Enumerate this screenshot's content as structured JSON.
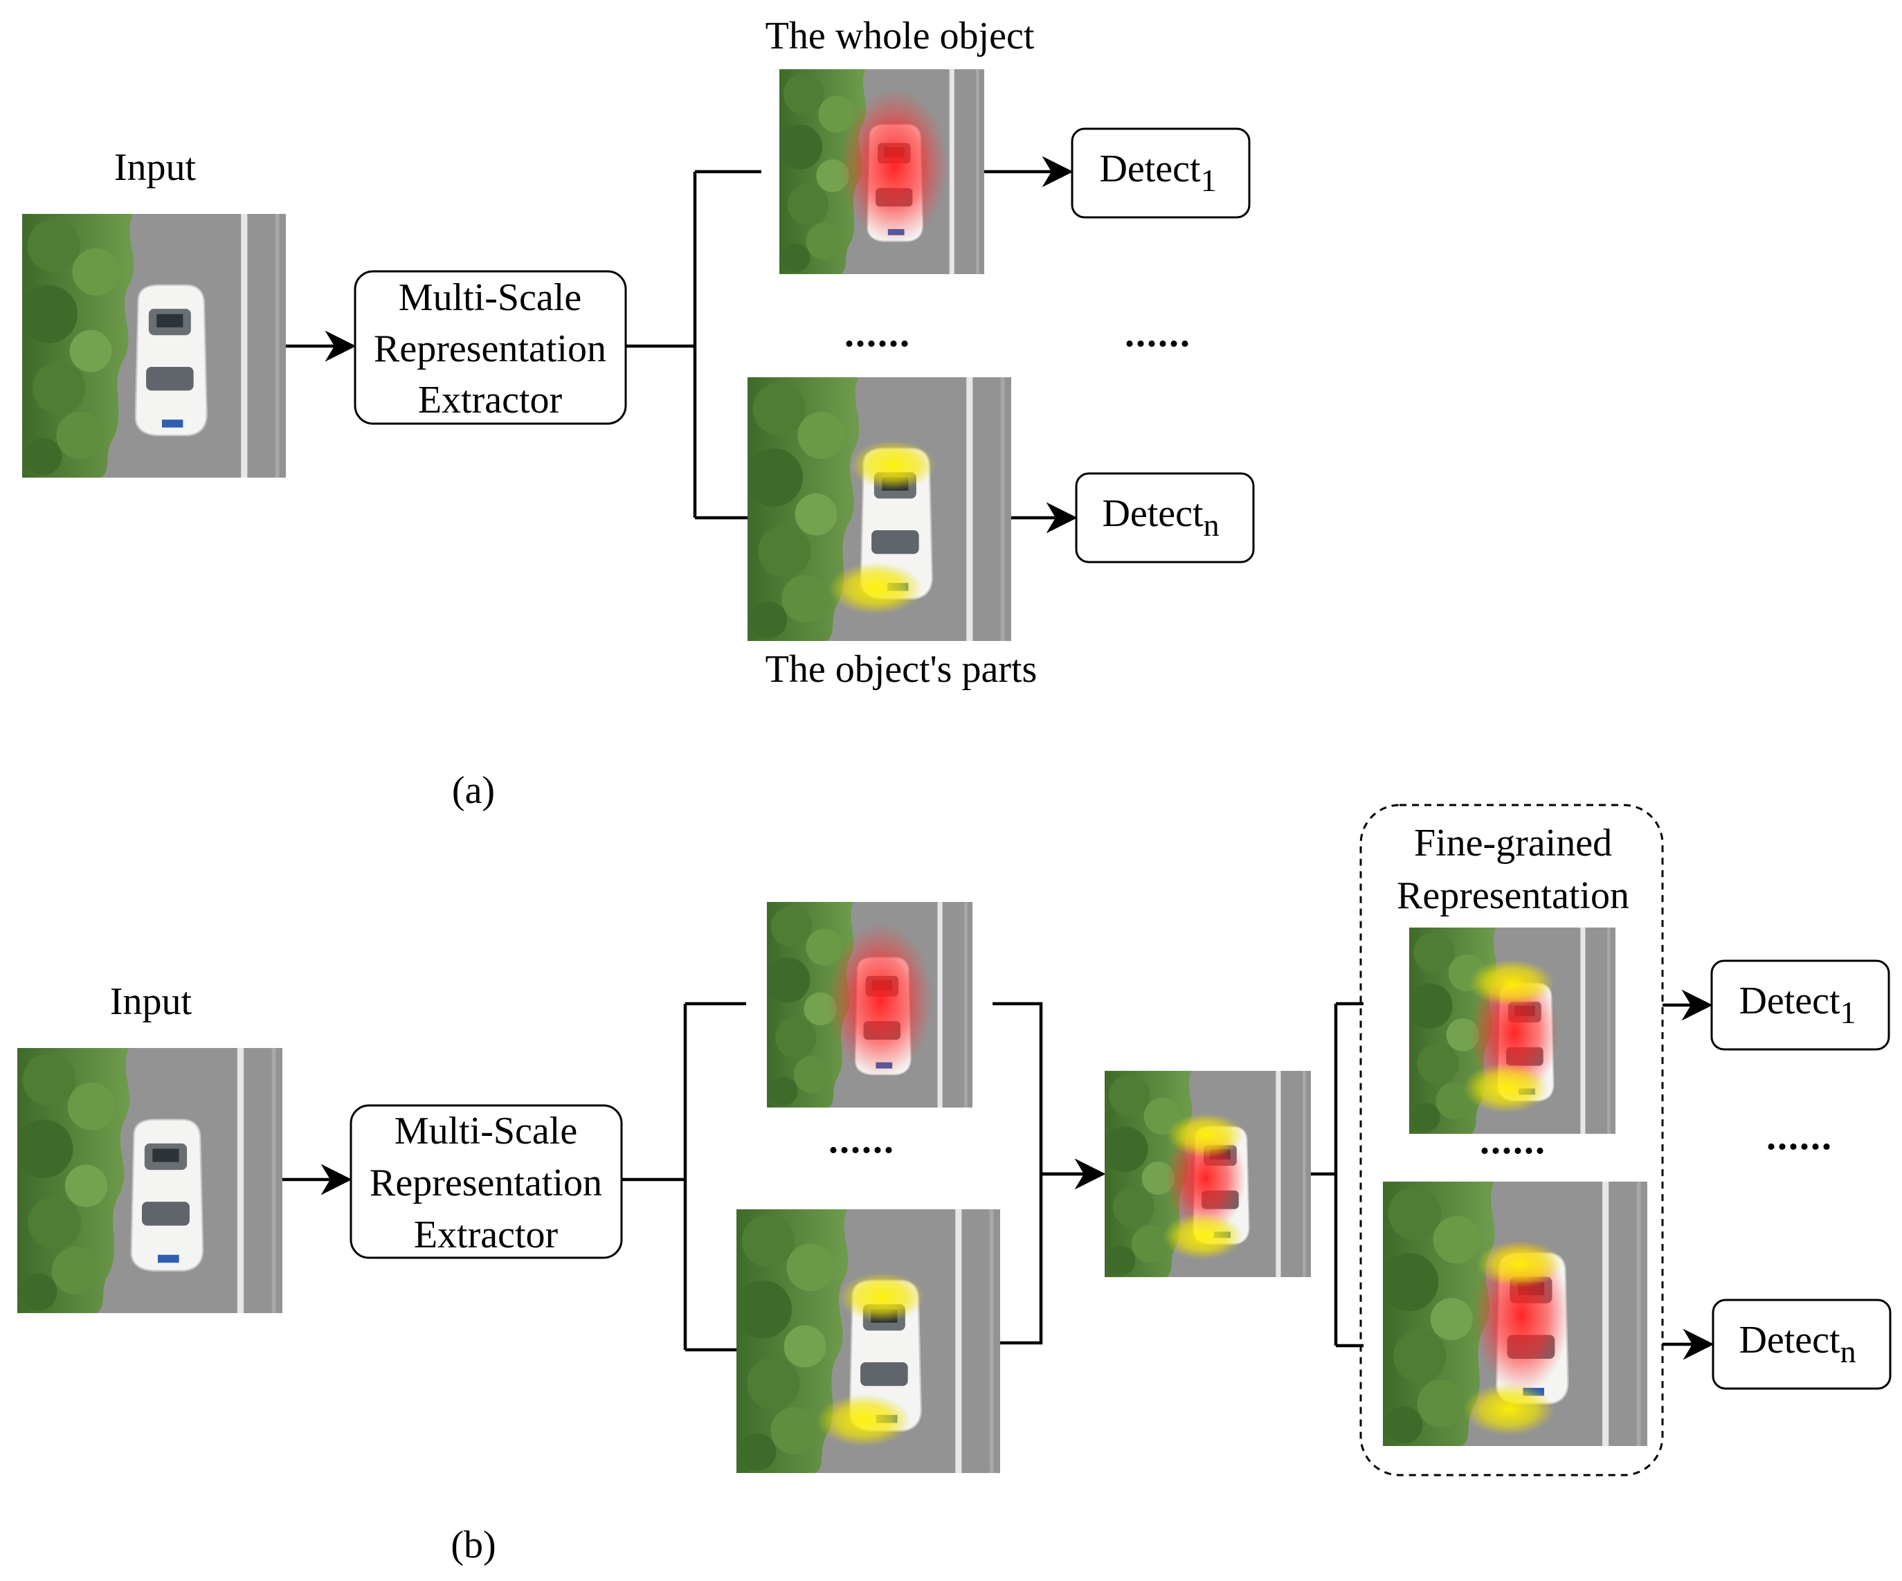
{
  "panel_a": {
    "input_label": "Input",
    "extractor_lines": [
      "Multi-Scale",
      "Representation",
      "Extractor"
    ],
    "whole_object_label": "The whole object",
    "parts_label": "The object's parts",
    "detect_1": {
      "text": "Detect",
      "sub": "1"
    },
    "detect_n": {
      "text": "Detect",
      "sub": "n"
    },
    "ellipsis_middle": "......",
    "ellipsis_right": "......",
    "caption": "(a)"
  },
  "panel_b": {
    "input_label": "Input",
    "extractor_lines": [
      "Multi-Scale",
      "Representation",
      "Extractor"
    ],
    "fine_grained_lines": [
      "Fine-grained",
      "Representation"
    ],
    "detect_1": {
      "text": "Detect",
      "sub": "1"
    },
    "detect_n": {
      "text": "Detect",
      "sub": "n"
    },
    "ellipsis_middle": "......",
    "ellipsis_fine": "......",
    "ellipsis_right": "......",
    "caption": "(b)"
  },
  "colors": {
    "road": "#8f8f8f",
    "lane_line": "#e6e6e6",
    "foliage": "#5b8a3c",
    "car": "#f4f5f3",
    "whole_object_highlight": "#ff1a1a",
    "part_highlight": "#ffee00"
  },
  "icons": {
    "aerial_photo": "aerial-car-photo",
    "arrow": "arrow-right-icon"
  }
}
